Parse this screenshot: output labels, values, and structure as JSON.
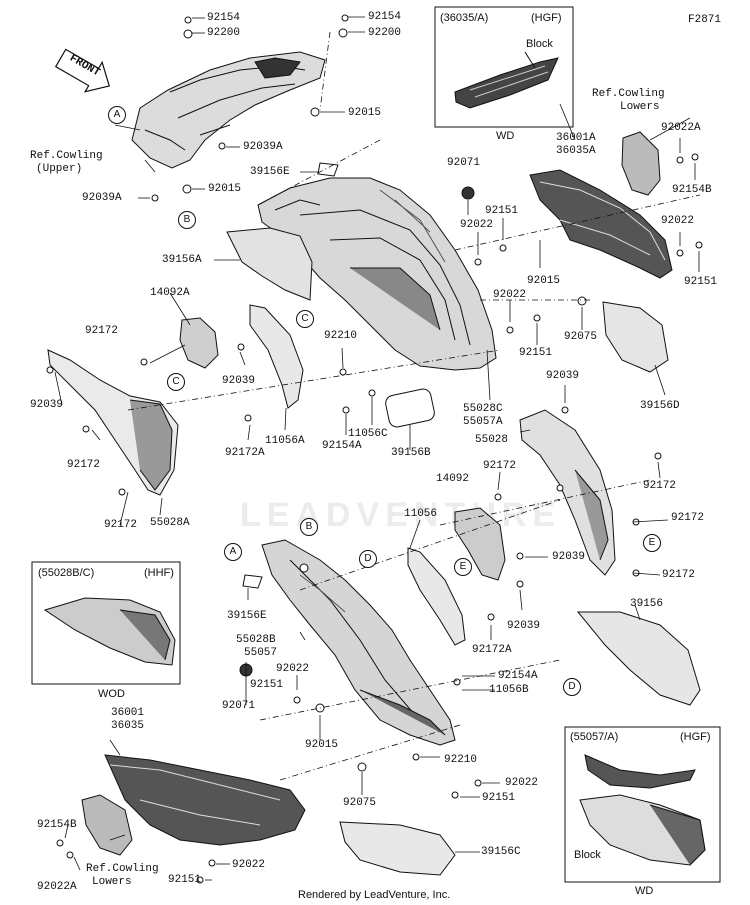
{
  "diagram_code": "F2871",
  "footer": "Rendered by LeadVenture, Inc.",
  "watermark": "LEADVENTURE",
  "front_arrow": "FRONT",
  "insets": {
    "top": {
      "header": "(36035/A)",
      "badge": "(HGF)",
      "note": "Block",
      "caption": "WD"
    },
    "left": {
      "header": "(55028B/C)",
      "badge": "(HHF)",
      "caption": "WOD"
    },
    "right": {
      "header": "(55057/A)",
      "badge": "(HGF)",
      "note": "Block",
      "caption": "WD"
    }
  },
  "refs": {
    "cowling_upper_1": "Ref.Cowling",
    "cowling_upper_2": "(Upper)",
    "lowers_top_1": "Ref.Cowling",
    "lowers_top_2": "Lowers",
    "lowers_bottom_1": "Ref.Cowling",
    "lowers_bottom_2": "Lowers"
  },
  "callouts": {
    "a1": "A",
    "b1": "B",
    "c1": "C",
    "c2": "C",
    "a2": "A",
    "b2": "B",
    "d1": "D",
    "d2": "D",
    "e1": "E",
    "e2": "E"
  },
  "parts": {
    "p1": "92154",
    "p2": "92200",
    "p3": "92154",
    "p4": "92200",
    "p5": "92015",
    "p6": "92039A",
    "p7": "92039A",
    "p8": "92015",
    "p9": "39156E",
    "p10": "39156A",
    "p11": "14092A",
    "p12": "92172",
    "p13": "92039",
    "p14": "92039",
    "p15": "92172",
    "p16": "92172A",
    "p17": "11056A",
    "p18": "92172",
    "p19": "55028A",
    "p20": "92210",
    "p21": "92154A",
    "p22": "11056C",
    "p23": "39156B",
    "p24": "92071",
    "p25": "92151",
    "p26": "92022",
    "p27": "92015",
    "p28": "92022",
    "p29": "92151",
    "p30": "92075",
    "p31": "39156D",
    "p32": "36001A",
    "p33": "36035A",
    "p34": "92022A",
    "p35": "92154B",
    "p36": "92022",
    "p37": "92151",
    "p38": "55028C",
    "p39": "55057A",
    "p40": "92039",
    "p41": "55028",
    "p42": "92172",
    "p43": "14092",
    "p44": "92172",
    "p45": "92172",
    "p46": "92039",
    "p47": "92172",
    "p48": "11056",
    "p49": "39156E",
    "p50": "55028B",
    "p51": "55057",
    "p52": "92039",
    "p53": "92172A",
    "p54": "92154A",
    "p55": "11056B",
    "p56": "92022",
    "p57": "92151",
    "p58": "92071",
    "p59": "36001",
    "p60": "36035",
    "p61": "92015",
    "p62": "92210",
    "p63": "92022",
    "p64": "92151",
    "p65": "92075",
    "p66": "39156",
    "p67": "39156C",
    "p68": "92154B",
    "p69": "92022A",
    "p70": "92022",
    "p71": "92151"
  }
}
